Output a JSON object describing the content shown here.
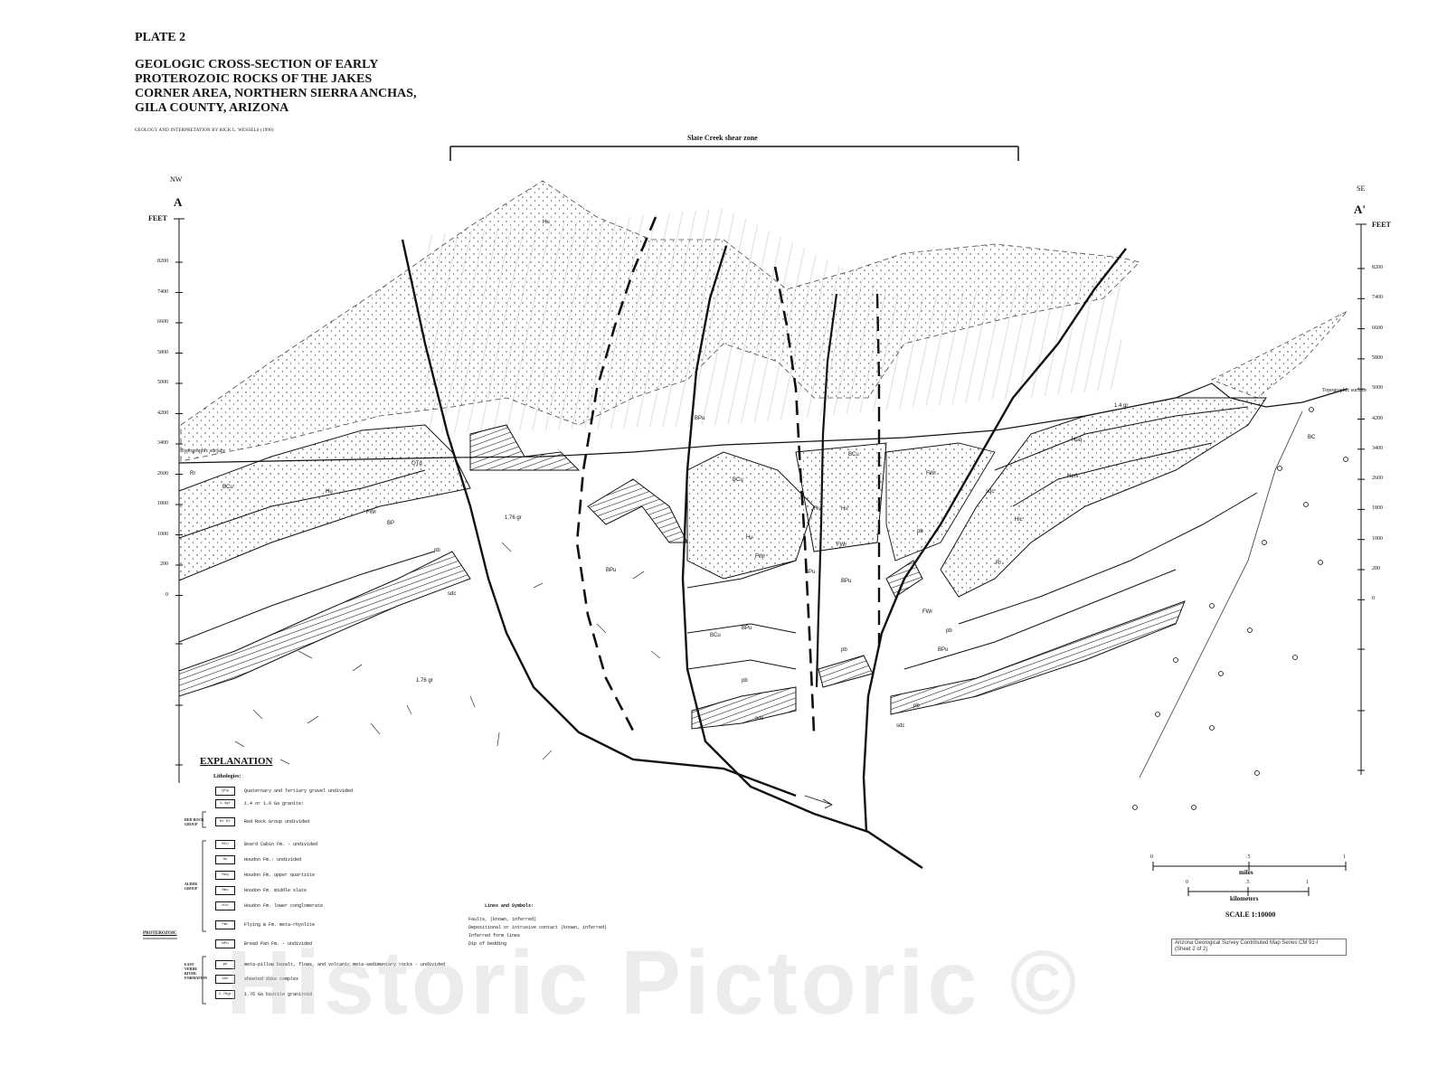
{
  "title": {
    "plate": "PLATE 2",
    "lines": [
      "GEOLOGIC CROSS-SECTION OF EARLY",
      "PROTEROZOIC ROCKS OF THE JAKES",
      "CORNER AREA, NORTHERN SIERRA ANCHAS,",
      "GILA COUNTY, ARIZONA"
    ],
    "credit": "GEOLOGY AND INTERPRETATION BY RICK L. WESSELS (1990)"
  },
  "shear_zone_label": "Slate Creek shear zone",
  "endpoints": {
    "left_direction": "NW",
    "left_letter": "A",
    "right_direction": "SE",
    "right_letter": "A'"
  },
  "left_axis": {
    "unit": "FEET",
    "ticks": [
      "8200",
      "7400",
      "6600",
      "5800",
      "5000",
      "4200",
      "3400",
      "2600",
      "1800",
      "1000",
      "200",
      "0"
    ]
  },
  "right_axis": {
    "unit": "FEET",
    "ticks": [
      "8200",
      "7400",
      "6600",
      "5800",
      "5000",
      "4200",
      "3400",
      "2600",
      "1800",
      "1000",
      "200",
      "0"
    ]
  },
  "topographic_surface": "Topographic surface",
  "unit_labels": [
    "Rr",
    "BCu",
    "Hu",
    "FWr",
    "BP",
    "pb",
    "sdc",
    "QTg",
    "1.76 gr",
    "BPu",
    "Huq",
    "Hms",
    "Hlc",
    "Rl",
    "1.4 gr",
    "BC",
    "Hu",
    "sdc",
    "1.76 gr",
    "BCu",
    "Hu",
    "FWr",
    "BPu",
    "pb",
    "sdc",
    "pb",
    "BPu",
    "FWr",
    "pb",
    "sdc",
    "BPu",
    "pb",
    "FWr",
    "BCu",
    "Hu",
    "pb",
    "BPu",
    "BCu",
    "FWr",
    "BPu",
    "Hu"
  ],
  "explanation": {
    "title": "EXPLANATION",
    "lithologies_heading": "Lithologies:",
    "items": [
      {
        "code": "QTg",
        "label": "Quaternary and Tertiary gravel undivided"
      },
      {
        "code": "1.4gr",
        "label": "1.4 or 1.6 Ga granite:"
      },
      {
        "code": "Rr Rl",
        "label": "Red Rock Group undivided"
      },
      {
        "code": "BCu",
        "label": "Board Cabin Fm. - undivided"
      },
      {
        "code": "Hu",
        "label": "Houdon Fm.: undivided"
      },
      {
        "code": "Huq",
        "label": "Houdon Fm. upper quartzite"
      },
      {
        "code": "Hms",
        "label": "Houdon Fm. middle slate"
      },
      {
        "code": "Hlc",
        "label": "Houdon Fm. lower conglomerate"
      },
      {
        "code": "FWr",
        "label": "Flying W Fm. meta-rhyolite"
      },
      {
        "code": "BPu",
        "label": "Bread Pan Fm. - undivided"
      },
      {
        "code": "pb",
        "label": "meta-pillow basalt, flows, and volcanic meta-sedimentary rocks - undivided"
      },
      {
        "code": "sdc",
        "label": "sheeted dike complex"
      },
      {
        "code": "1.76gr",
        "label": "1.76 Ga biotite granitoid"
      }
    ],
    "groups": [
      "RED ROCK GROUP",
      "ALDER GROUP",
      "PROTEROZOIC",
      "EAST VERDE RIVER FORMATION"
    ]
  },
  "lines_symbols": {
    "heading": "Lines and Symbols:",
    "items": [
      "Faults, (known, inferred)",
      "Depositional or intrusive contact (known, inferred)",
      "Inferred form lines",
      "Dip of bedding"
    ]
  },
  "scale": {
    "miles_ticks": [
      "0",
      ".5",
      "1"
    ],
    "miles_label": "miles",
    "km_ticks": [
      "0",
      ".5",
      "1"
    ],
    "km_label": "kilometers",
    "ratio": "SCALE 1:10000"
  },
  "series": {
    "line1": "Arizona Geological Survey Contributed Map Series CM 91-I",
    "line2": "(Sheet 2 of 2)"
  },
  "watermark": "Historic Pictoric ©"
}
